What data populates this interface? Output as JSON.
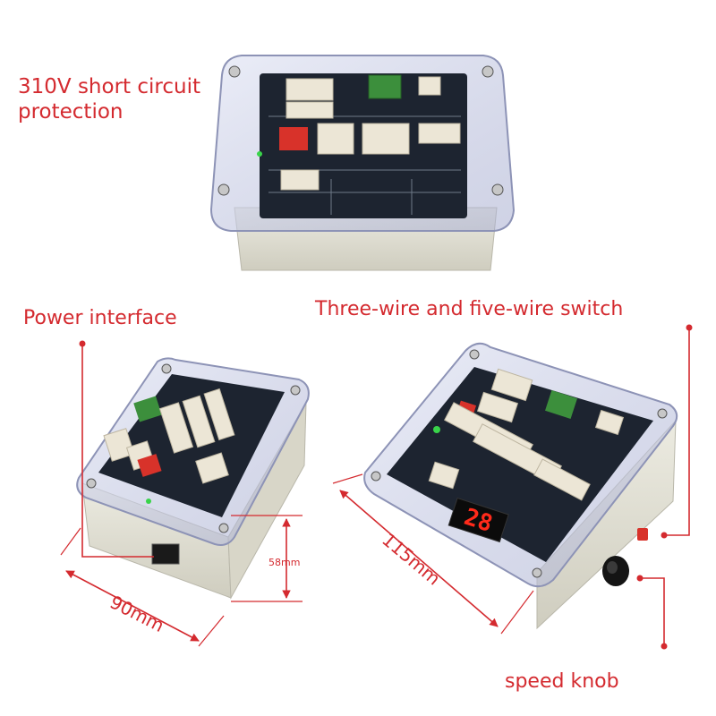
{
  "labels": {
    "protection_line1": "310V short circuit",
    "protection_line2": "protection",
    "power": "Power interface",
    "switch": "Three-wire and five-wire switch",
    "knob": "speed knob"
  },
  "dimensions": {
    "width": "90mm",
    "height": "58mm",
    "length": "115mm"
  },
  "display": {
    "readout": "28"
  },
  "colors": {
    "label_red": "#d42a2f",
    "enclosure": "#e3e1d4",
    "board": "#1d2430",
    "lid": "#c9cde3",
    "connector": "#ece6d6",
    "terminal_green": "#3c8f3c",
    "segment_red": "#ff2a1a"
  },
  "icons": [
    "screw-icon",
    "led-icon",
    "knob-icon",
    "switch-icon",
    "dimension-arrow-icon"
  ]
}
